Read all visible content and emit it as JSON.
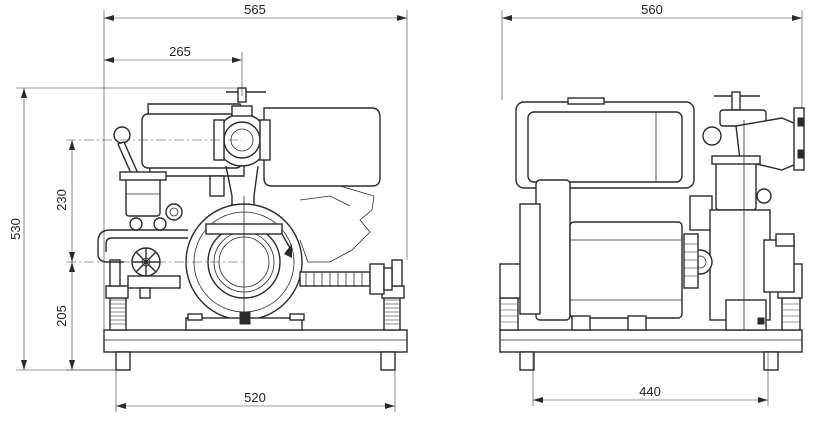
{
  "dimensions": {
    "front_width_overall": "565",
    "front_width_partial": "265",
    "front_height_overall": "530",
    "front_height_upper": "230",
    "front_height_lower": "205",
    "front_base_width": "520",
    "side_width_overall": "560",
    "side_base_width": "440"
  },
  "colors": {
    "line": "#2a2a2a",
    "background": "#ffffff"
  }
}
